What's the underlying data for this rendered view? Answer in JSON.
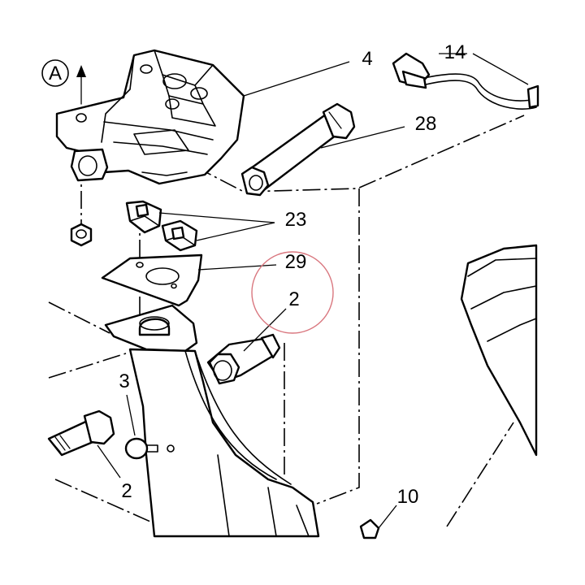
{
  "diagram": {
    "view_marker": "A",
    "callouts": {
      "c4": "4",
      "c14": "14",
      "c28": "28",
      "c23": "23",
      "c29": "29",
      "c2_highlighted": "2",
      "c3": "3",
      "c2_lower": "2",
      "c10": "10"
    },
    "highlight_color": "#d9777f",
    "line_color": "#000000"
  }
}
